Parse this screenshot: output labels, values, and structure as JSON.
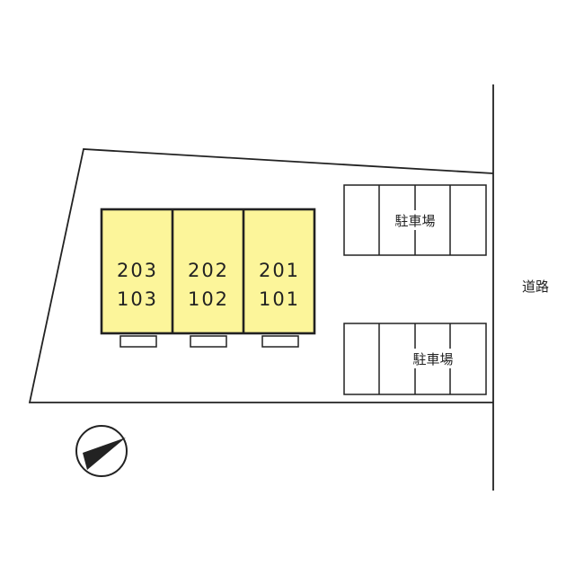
{
  "units": [
    {
      "upper": "203",
      "lower": "103"
    },
    {
      "upper": "202",
      "lower": "102"
    },
    {
      "upper": "201",
      "lower": "101"
    }
  ],
  "parking": [
    {
      "label": "駐車場",
      "spaces": 4
    },
    {
      "label": "駐車場",
      "spaces": 4
    }
  ],
  "road_label": "道路",
  "colors": {
    "unit_fill": "#fcf59a",
    "line": "#222222",
    "background": "#ffffff"
  },
  "icons": {
    "compass": "north-arrow-icon"
  }
}
